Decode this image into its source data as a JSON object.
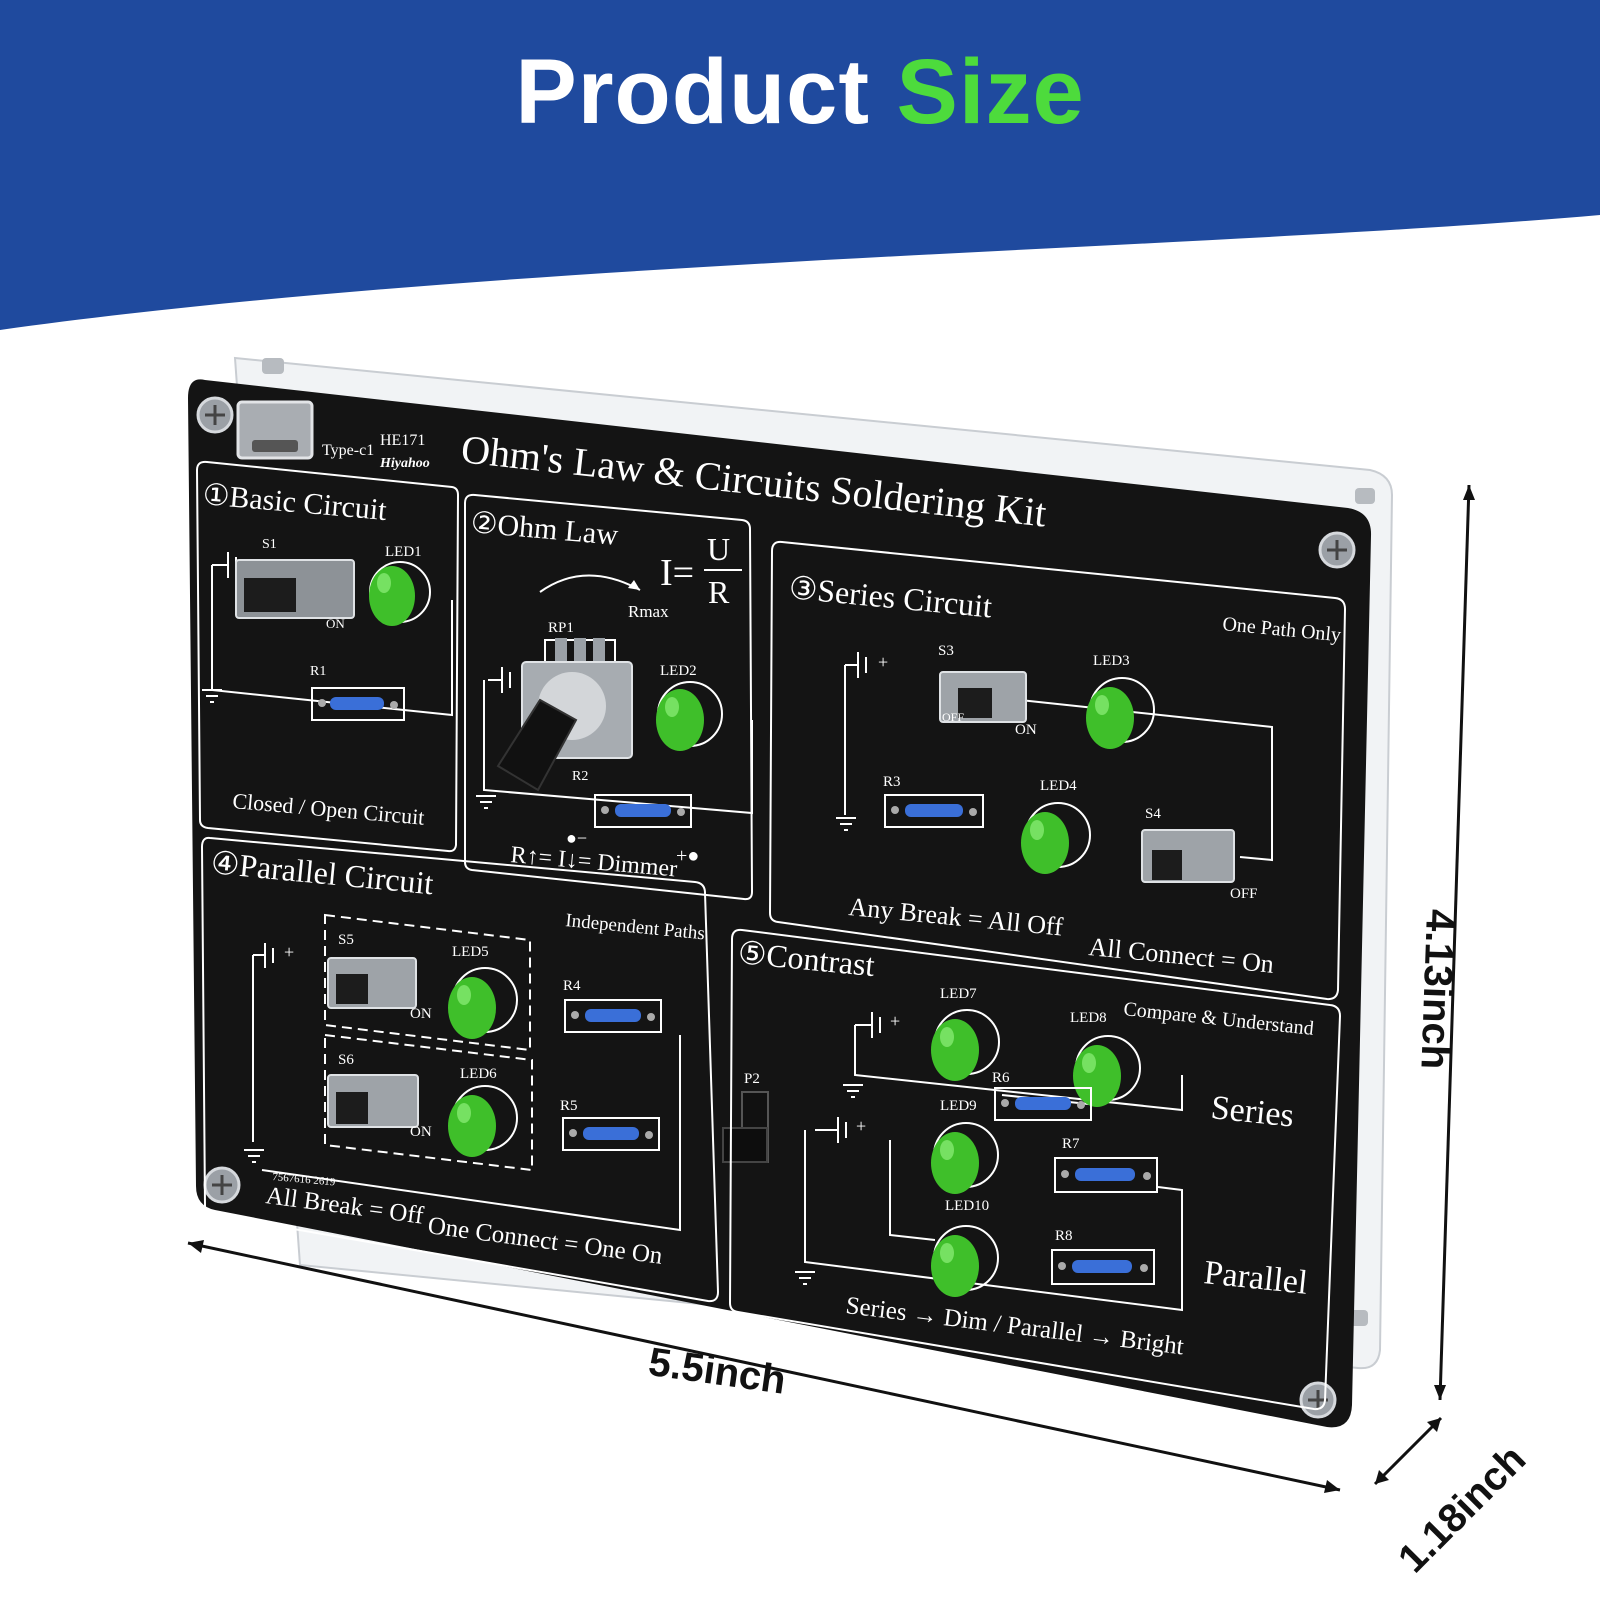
{
  "header": {
    "title_word1": "Product",
    "title_word2": "Size"
  },
  "dimensions": {
    "width": "5.5inch",
    "height": "4.13inch",
    "depth": "1.18inch"
  },
  "colors": {
    "banner": "#1f4a9e",
    "accent_green": "#4ddb3c",
    "board": "#141414",
    "led": "#3fbf2a"
  },
  "board": {
    "port_label": "Type-c1",
    "model": "HE171",
    "brand": "Hiyahoo",
    "title": "Ohm's Law & Circuits Soldering Kit",
    "sections": {
      "basic": {
        "num": "①",
        "title": "Basic Circuit",
        "caption": "Closed / Open Circuit",
        "s1": "S1",
        "led1": "LED1",
        "r1": "R1",
        "on": "ON"
      },
      "ohm": {
        "num": "②",
        "title": "Ohm Law",
        "formula_i": "I=",
        "formula_u": "U",
        "formula_r": "R",
        "rmax": "Rmax",
        "rp1": "RP1",
        "led2": "LED2",
        "r2": "R2",
        "minus": "●−",
        "plus": "+●",
        "caption": "R↑= I↓= Dimmer"
      },
      "series": {
        "num": "③",
        "title": "Series Circuit",
        "note": "One Path Only",
        "s3": "S3",
        "led3": "LED3",
        "off": "OFF",
        "on": "ON",
        "r3": "R3",
        "led4": "LED4",
        "s4": "S4",
        "off2": "OFF",
        "caption_a": "Any Break = All Off",
        "caption_b": "All Connect  = On"
      },
      "parallel": {
        "num": "④",
        "title": "Parallel Circuit",
        "note": "Independent Paths",
        "s5": "S5",
        "led5": "LED5",
        "on5": "ON",
        "r4": "R4",
        "s6": "S6",
        "led6": "LED6",
        "on6": "ON",
        "r5": "R5",
        "serial": "7567616  2619",
        "caption_a": "All Break = Off",
        "caption_b": "One Connect  = One On"
      },
      "contrast": {
        "num": "⑤",
        "title": "Contrast",
        "note": "Compare & Understand",
        "led7": "LED7",
        "led8": "LED8",
        "r6": "R6",
        "led9": "LED9",
        "r7": "R7",
        "led10": "LED10",
        "r8": "R8",
        "series": "Series",
        "parallel": "Parallel",
        "caption": "Series → Dim / Parallel → Bright",
        "p2": "P2"
      }
    }
  }
}
